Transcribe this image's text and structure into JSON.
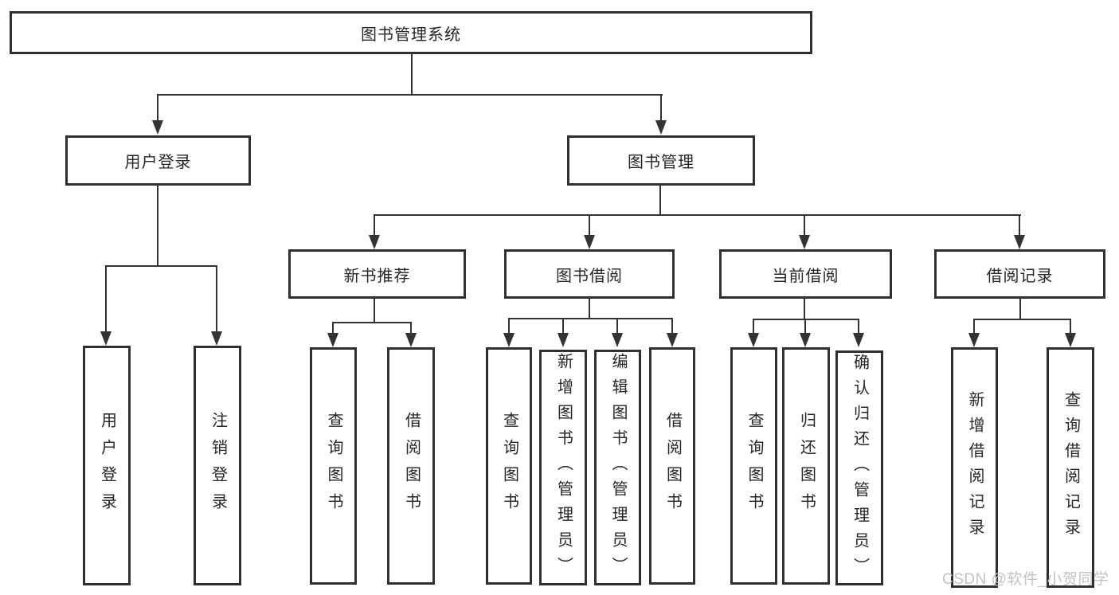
{
  "colors": {
    "line": "#333333",
    "box_border": "#2f2f2f",
    "text": "#262626",
    "watermark_text": "#c3c3c3",
    "background": "#ffffff"
  },
  "tree": {
    "root": {
      "label": "图书管理系统"
    },
    "branches": [
      {
        "label": "用户登录",
        "children": [
          {
            "label": "用户登录"
          },
          {
            "label": "注销登录"
          }
        ]
      },
      {
        "label": "图书管理",
        "children": [
          {
            "label": "新书推荐",
            "children": [
              {
                "label": "查询图书"
              },
              {
                "label": "借阅图书"
              }
            ]
          },
          {
            "label": "图书借阅",
            "children": [
              {
                "label": "查询图书"
              },
              {
                "label": "新增图书（管理员）"
              },
              {
                "label": "编辑图书（管理员）"
              },
              {
                "label": "借阅图书"
              }
            ]
          },
          {
            "label": "当前借阅",
            "children": [
              {
                "label": "查询图书"
              },
              {
                "label": "归还图书"
              },
              {
                "label": "确认归还（管理员）"
              }
            ]
          },
          {
            "label": "借阅记录",
            "children": [
              {
                "label": "新增借阅记录"
              },
              {
                "label": "查询借阅记录"
              }
            ]
          }
        ]
      }
    ]
  },
  "watermark": {
    "text": "CSDN @软件_小贺同学"
  }
}
